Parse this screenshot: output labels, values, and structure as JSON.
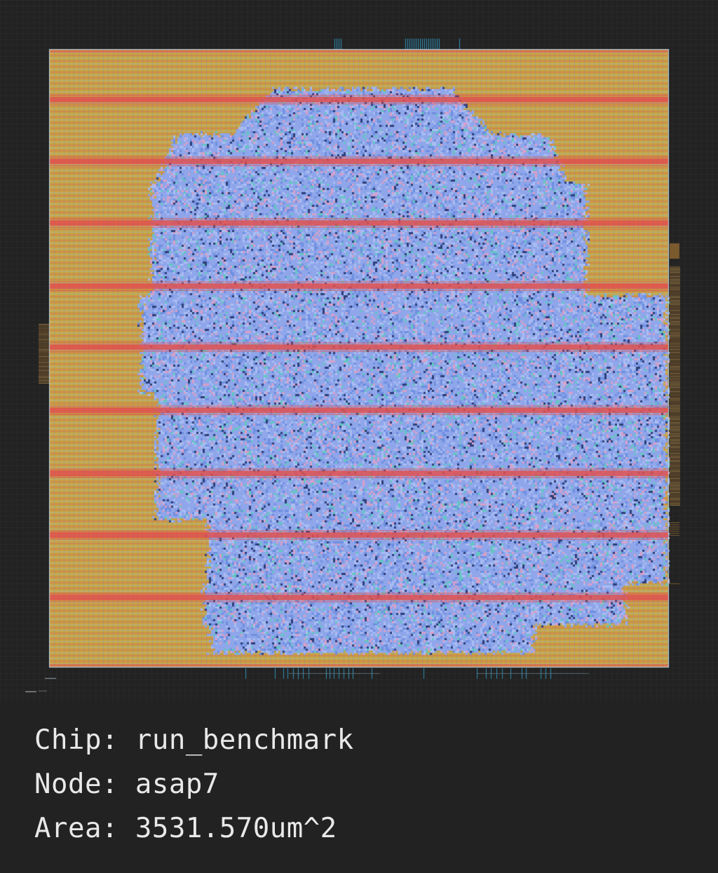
{
  "colors": {
    "background": "#222222",
    "die_fill": "#c9a23f",
    "standard_cell_fill": "#8fa6ea",
    "power_rail": "#e0504f",
    "io_pins": "#7b5a2e",
    "pin_stubs": "#2f8fb5",
    "text": "#e9e9e9"
  },
  "info": {
    "chip": "Chip: run_benchmark",
    "node": "Node: asap7",
    "area": "Area: 3531.570um^2"
  }
}
